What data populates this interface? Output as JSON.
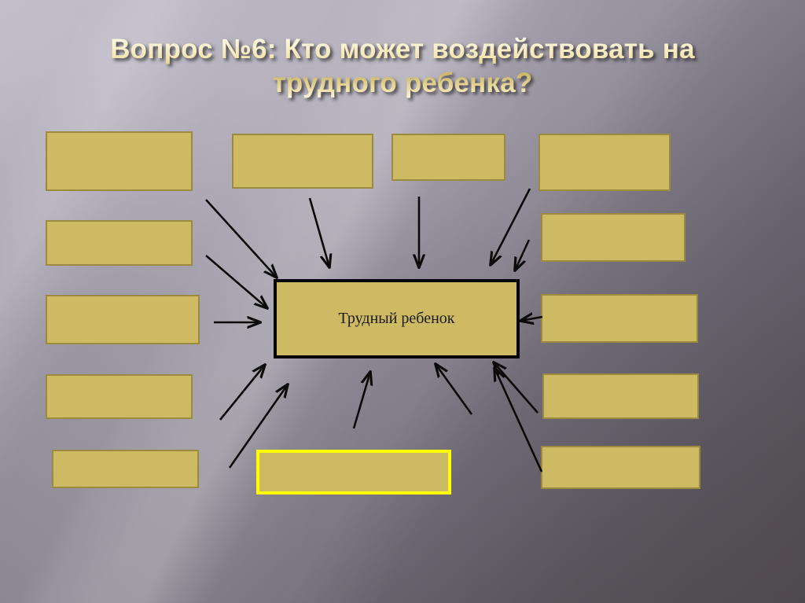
{
  "slide": {
    "title": "Вопрос №6: Кто может воздействовать на трудного ребенка?",
    "background_color": "#8d8793",
    "accent_color": "#cfba64",
    "highlight_color": "#ffff00",
    "arrow_color": "#0a0a0a"
  },
  "center": {
    "label": "Трудный ребенок"
  },
  "answers": {
    "top_row": [
      {
        "id": "top-1",
        "label": ""
      },
      {
        "id": "top-2",
        "label": ""
      },
      {
        "id": "top-3",
        "label": ""
      },
      {
        "id": "top-4",
        "label": ""
      }
    ],
    "left_column": [
      {
        "id": "left-1",
        "label": ""
      },
      {
        "id": "left-2",
        "label": ""
      },
      {
        "id": "left-3",
        "label": ""
      },
      {
        "id": "left-4",
        "label": ""
      }
    ],
    "right_column": [
      {
        "id": "right-1",
        "label": ""
      },
      {
        "id": "right-2",
        "label": ""
      },
      {
        "id": "right-3",
        "label": ""
      },
      {
        "id": "right-4",
        "label": ""
      }
    ],
    "bottom": [
      {
        "id": "bottom-highlight",
        "label": "",
        "highlighted": true
      }
    ]
  }
}
